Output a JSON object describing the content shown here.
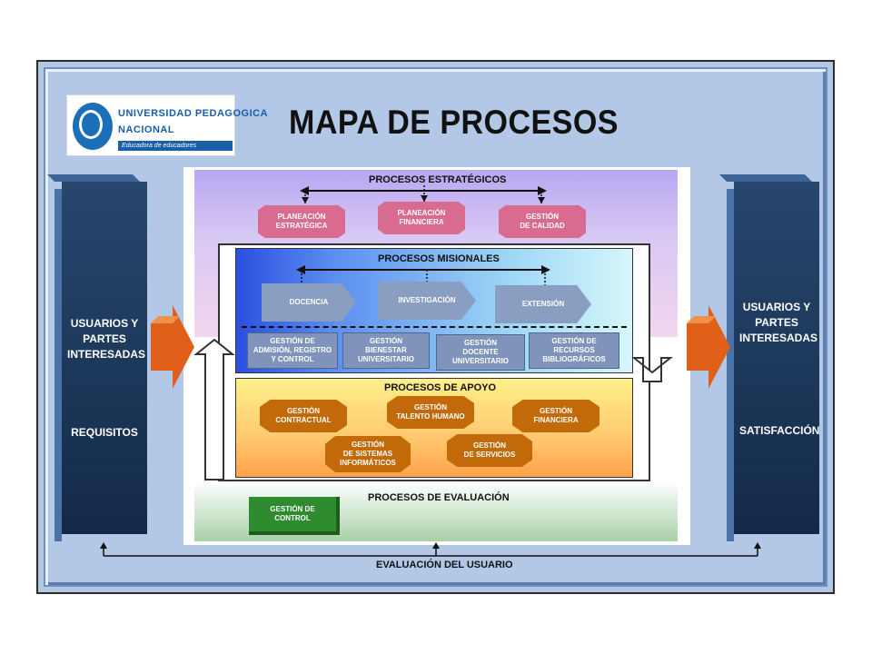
{
  "title": "MAPA DE PROCESOS",
  "logo": {
    "line1": "UNIVERSIDAD PEDAGOGICA",
    "line2": "NACIONAL",
    "tagline": "Educadora de educadores"
  },
  "left_column": {
    "label_top": "USUARIOS Y PARTES INTERESADAS",
    "label_bottom": "REQUISITOS"
  },
  "right_column": {
    "label_top": "USUARIOS Y PARTES INTERESADAS",
    "label_bottom": "SATISFACCIÓN"
  },
  "sections": {
    "estrategicos": "PROCESOS ESTRATÉGICOS",
    "misionales": "PROCESOS MISIONALES",
    "apoyo": "PROCESOS DE APOYO",
    "evaluacion": "PROCESOS DE EVALUACIÓN"
  },
  "estrategicos_nodes": [
    "PLANEACIÓN\nESTRATÉGICA",
    "PLANEACIÓN\nFINANCIERA",
    "GESTIÓN\nDE CALIDAD"
  ],
  "misionales_nodes": [
    "DOCENCIA",
    "INVESTIGACIÓN",
    "EXTENSIÓN"
  ],
  "misionales_support": [
    "GESTIÓN DE\nADMISIÓN, REGISTRO\nY CONTROL",
    "GESTIÓN\nBIENESTAR\nUNIVERSITARIO",
    "GESTIÓN\nDOCENTE\nUNIVERSITARIO",
    "GESTIÓN DE\nRECURSOS\nBIBLIOGRÁFICOS"
  ],
  "apoyo_nodes": [
    "GESTIÓN\nCONTRACTUAL",
    "GESTIÓN\nTALENTO HUMANO",
    "GESTIÓN\nFINANCIERA",
    "GESTIÓN\nDE SISTEMAS\nINFORMÁTICOS",
    "GESTIÓN\nDE SERVICIOS"
  ],
  "evaluacion_nodes": [
    "GESTIÓN DE\nCONTROL"
  ],
  "footer": "EVALUACIÓN DEL USUARIO",
  "colors": {
    "strategic": "#d96a90",
    "missional": "#8a9ec2",
    "support": "#c26a0a",
    "evaluation": "#2e8b2e",
    "columns": "#1b3657",
    "input_arrows": "#e0601a"
  }
}
